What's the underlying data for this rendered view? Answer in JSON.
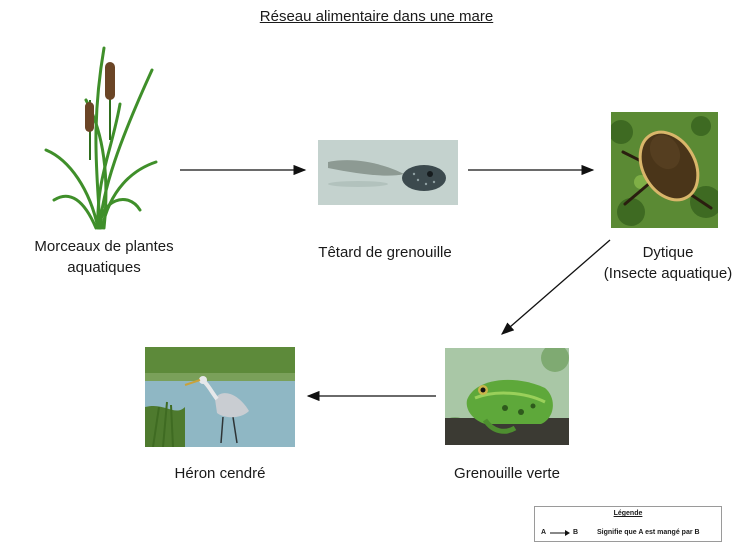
{
  "title": "Réseau alimentaire dans une mare",
  "nodes": [
    {
      "id": "plants",
      "label_lines": [
        "Morceaux de plantes",
        "aquatiques"
      ]
    },
    {
      "id": "tadpole",
      "label_lines": [
        "Têtard de grenouille"
      ]
    },
    {
      "id": "beetle",
      "label_lines": [
        "Dytique",
        "(Insecte aquatique)"
      ]
    },
    {
      "id": "frog",
      "label_lines": [
        "Grenouille verte"
      ]
    },
    {
      "id": "heron",
      "label_lines": [
        "Héron cendré"
      ]
    }
  ],
  "edges": [
    {
      "from": "plants",
      "to": "tadpole"
    },
    {
      "from": "tadpole",
      "to": "beetle"
    },
    {
      "from": "beetle",
      "to": "frog"
    },
    {
      "from": "frog",
      "to": "heron"
    }
  ],
  "legend": {
    "title": "Légende",
    "a": "A",
    "b": "B",
    "meaning": "Signifie que A est mangé par B"
  },
  "colors": {
    "arrow": "#111111",
    "plant": "#3f8f2a",
    "pond": "#8fb7c4"
  }
}
